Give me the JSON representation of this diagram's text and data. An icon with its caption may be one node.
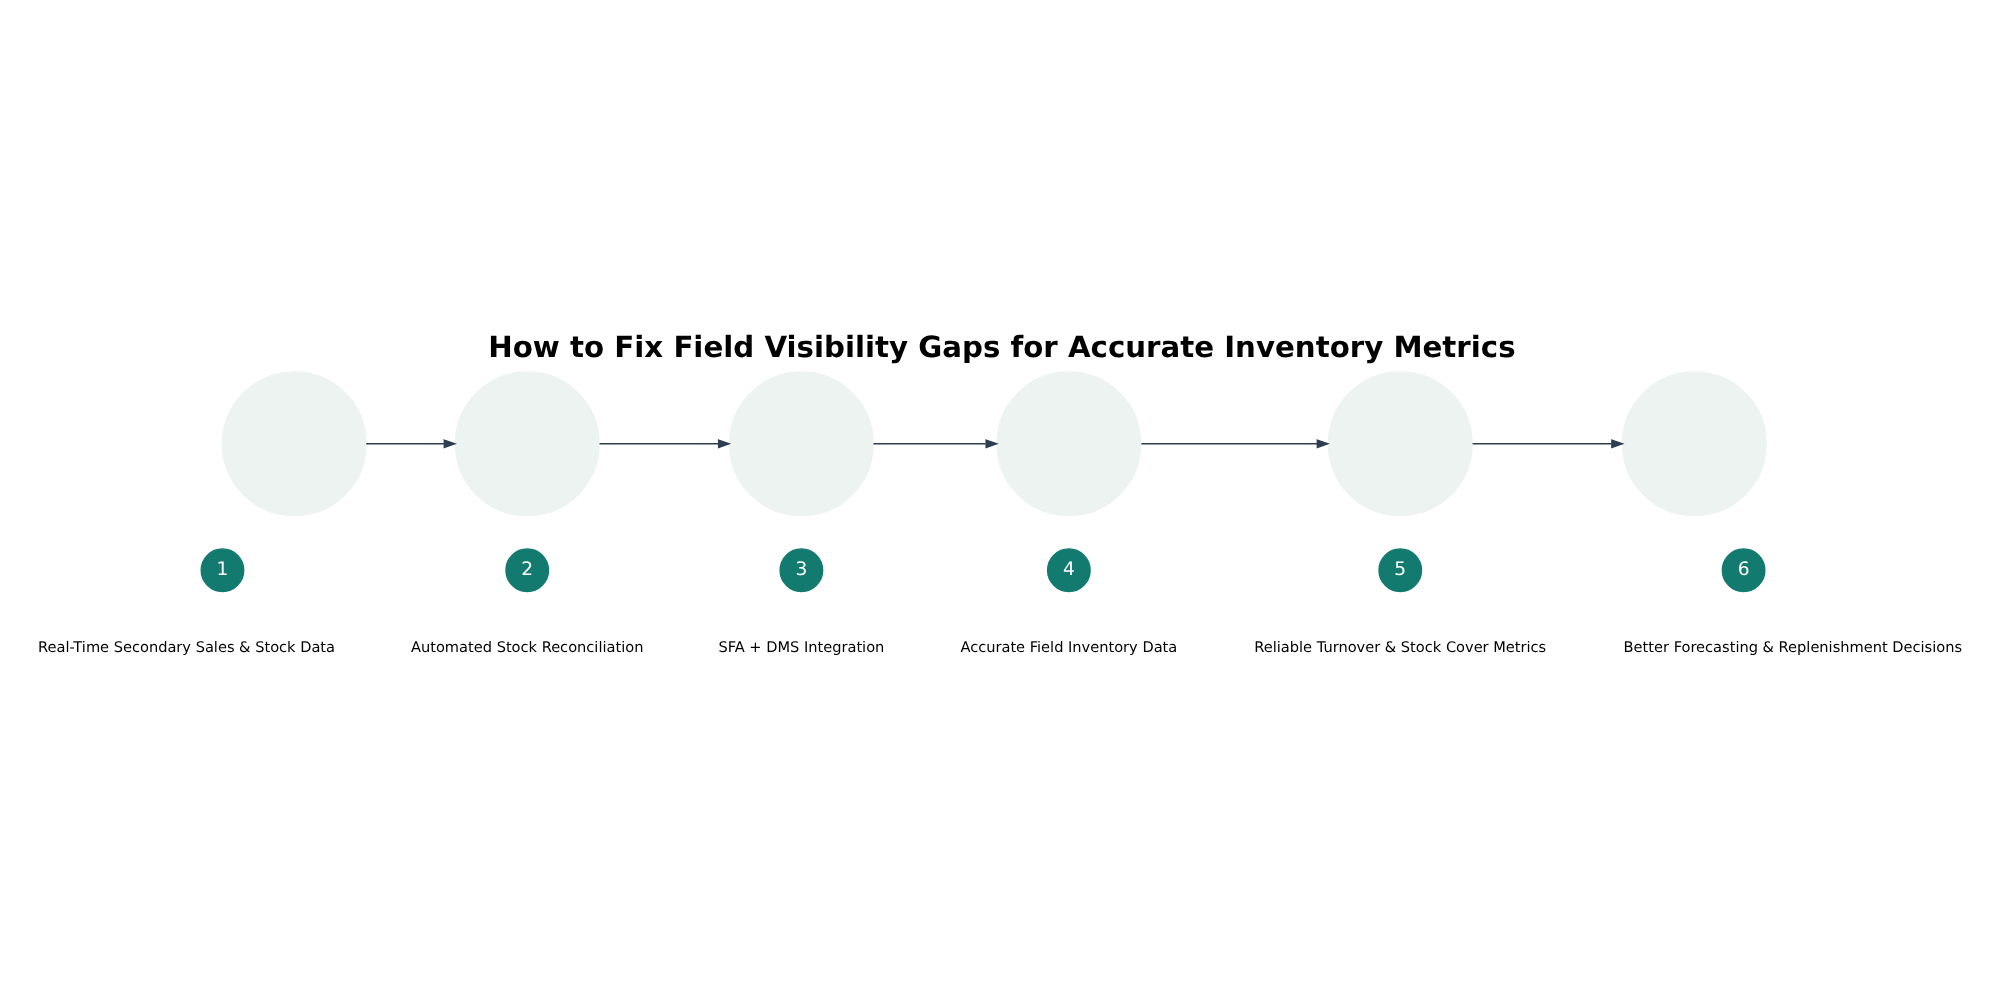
{
  "diagram": {
    "title": "How to Fix Field Visibility Gaps for Accurate Inventory Metrics",
    "nodes": [
      {
        "text": [],
        "shape": "circle"
      },
      {
        "text": [],
        "shape": "circle"
      },
      {
        "text": [],
        "shape": "circle"
      },
      {
        "text": [],
        "shape": "circle"
      },
      {
        "text": [],
        "shape": "circle"
      },
      {
        "text": [],
        "shape": "circle"
      },
      {
        "text": [
          "1"
        ],
        "beside": [
          "Real-Time Secondary Sales & Stock Data"
        ]
      },
      {
        "text": [
          "2"
        ],
        "beside": [
          "Automated Stock Reconciliation"
        ]
      },
      {
        "text": [
          "3"
        ],
        "beside": [
          "SFA + DMS Integration"
        ]
      },
      {
        "text": [
          "4"
        ],
        "beside": [
          "Accurate Field Inventory Data"
        ]
      },
      {
        "text": [
          "5"
        ],
        "beside": [
          "Reliable Turnover & Stock Cover Metrics"
        ]
      },
      {
        "text": [
          "6"
        ],
        "beside": [
          "Better Forecasting & Replenishment Decisions"
        ]
      }
    ],
    "edges": [
      {
        "from": 0,
        "to": 1,
        "arrow": "to"
      },
      {
        "from": 1,
        "to": 2,
        "arrow": "to"
      },
      {
        "from": 2,
        "to": 3,
        "arrow": "to"
      },
      {
        "from": 3,
        "to": 4,
        "arrow": "to"
      },
      {
        "from": 4,
        "to": 5,
        "arrow": "to"
      }
    ]
  }
}
